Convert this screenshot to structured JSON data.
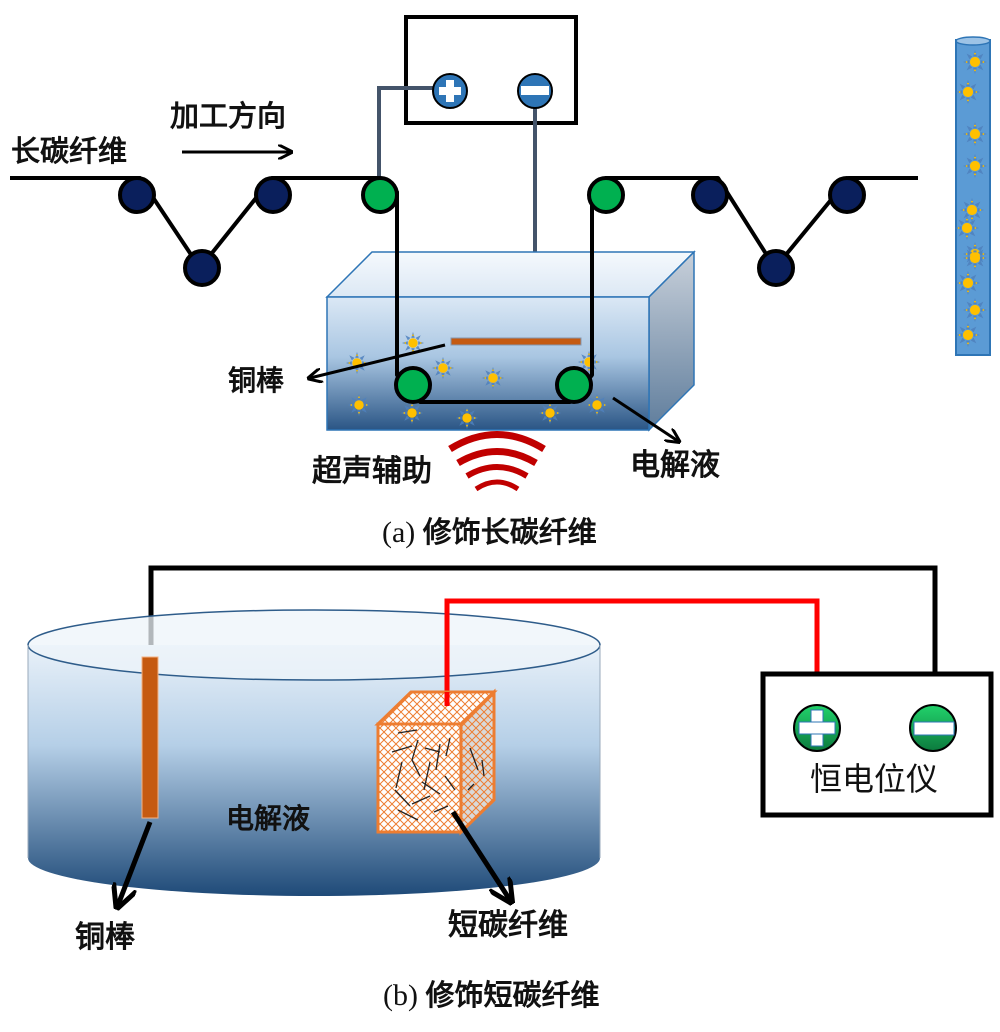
{
  "panel_a": {
    "caption_prefix": "(a)",
    "caption_text": "修饰长碳纤维",
    "label_fiber": "长碳纤维",
    "label_direction": "加工方向",
    "label_copper_rod": "铜棒",
    "label_ultrasound": "超声辅助",
    "label_electrolyte": "电解液",
    "power_supply": {
      "positive_terminal": "+",
      "negative_terminal": "−"
    },
    "colors": {
      "roller_guide": "#0a1f5c",
      "roller_electrode": "#00b050",
      "terminal": "#2e75b6",
      "copper": "#c55a11",
      "particle": "#ffc000",
      "ultrasound": "#c00000",
      "wire": "#44546a"
    }
  },
  "panel_b": {
    "caption_prefix": "(b)",
    "caption_text": "修饰短碳纤维",
    "label_copper_rod": "铜棒",
    "label_electrolyte": "电解液",
    "label_short_fiber": "短碳纤维",
    "label_potentiostat": "恒电位仪",
    "potentiostat": {
      "positive_terminal": "+",
      "negative_terminal": "−"
    },
    "colors": {
      "terminal": "#00b050",
      "red_wire": "#ff0000",
      "copper": "#c55a11",
      "basket": "#ed7d31"
    }
  },
  "fiber_inset": {
    "particle_count": 11
  }
}
